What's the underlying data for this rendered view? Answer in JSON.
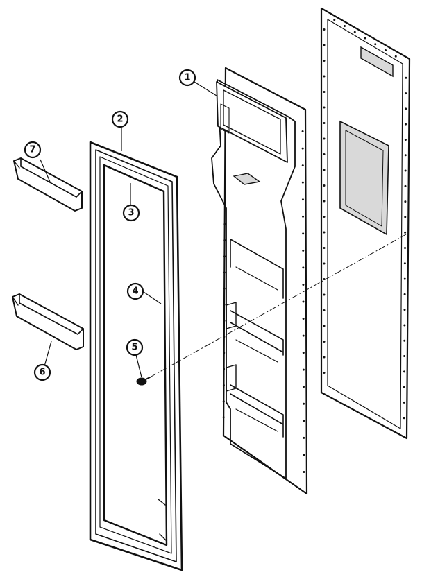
{
  "parts": [
    {
      "id": "part-1",
      "number": "1"
    },
    {
      "id": "part-2",
      "number": "2"
    },
    {
      "id": "part-3",
      "number": "3"
    },
    {
      "id": "part-4",
      "number": "4"
    },
    {
      "id": "part-5",
      "number": "5"
    },
    {
      "id": "part-6",
      "number": "6"
    },
    {
      "id": "part-7",
      "number": "7"
    }
  ],
  "colors": {
    "ink": "#111111",
    "background": "#ffffff",
    "shade": "#d9d9d9"
  }
}
